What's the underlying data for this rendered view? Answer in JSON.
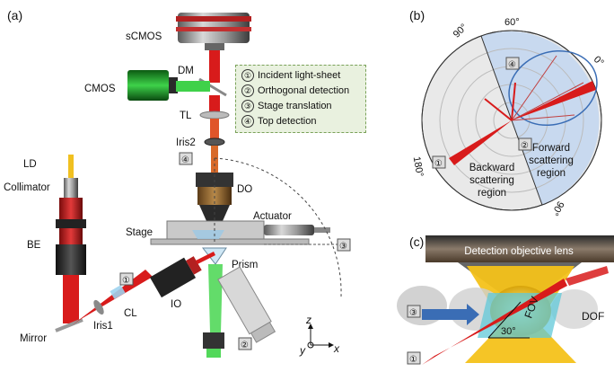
{
  "panels": {
    "a": "(a)",
    "b": "(b)",
    "c": "(c)"
  },
  "components": {
    "scmos": "sCMOS",
    "cmos": "CMOS",
    "dm": "DM",
    "tl": "TL",
    "iris2": "Iris2",
    "ld": "LD",
    "collimator": "Collimator",
    "be": "BE",
    "do": "DO",
    "stage": "Stage",
    "actuator": "Actuator",
    "prism": "Prism",
    "io": "IO",
    "cl": "CL",
    "iris1": "Iris1",
    "mirror": "Mirror"
  },
  "legend": [
    {
      "num": "①",
      "text": "Incident light-sheet"
    },
    {
      "num": "②",
      "text": "Orthogonal detection"
    },
    {
      "num": "③",
      "text": "Stage translation"
    },
    {
      "num": "④",
      "text": "Top detection"
    }
  ],
  "markers": {
    "one": "①",
    "two": "②",
    "three": "③",
    "four": "④"
  },
  "axes": {
    "z": "z",
    "y": "y",
    "x": "x"
  },
  "polar": {
    "angle_labels": [
      "60°",
      "90°",
      "0°",
      "180°",
      "90°"
    ],
    "forward_region": [
      "Forward",
      "scattering",
      "region"
    ],
    "backward_region": [
      "Backward",
      "scattering",
      "region"
    ]
  },
  "panel_c": {
    "title": "Detection objective lens",
    "fov": "FOV",
    "dof": "DOF",
    "angle": "30°"
  },
  "colors": {
    "beam_red": "#d81b1b",
    "beam_green": "#3fd14a",
    "forward_blue": "#c8d9ef",
    "backward_gray": "#e9e9e9",
    "legend_bg": "#e9f1df",
    "gold": "#f4c21a"
  }
}
